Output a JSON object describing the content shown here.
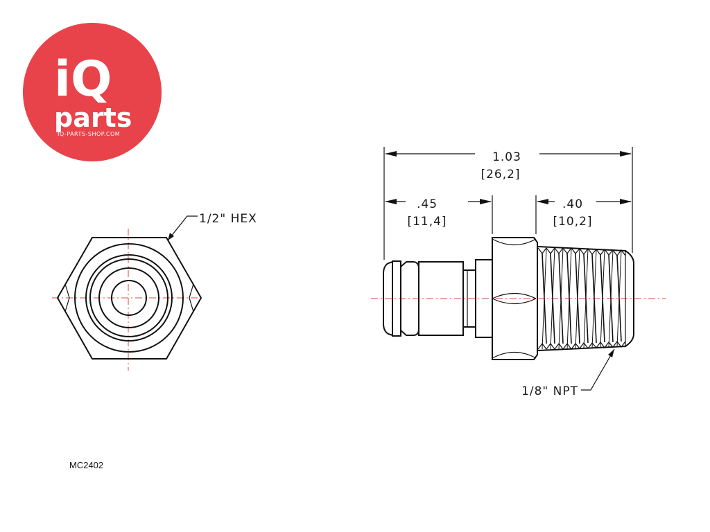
{
  "logo": {
    "brand_top": "iQ",
    "brand_bottom": "parts",
    "website": "IQ-PARTS-SHOP.COM",
    "color": "#e8424a"
  },
  "end_view": {
    "hex_label": "1/2\" HEX"
  },
  "side_view": {
    "overall_length_in": "1.03",
    "overall_length_mm": "[26,2]",
    "front_length_in": ".45",
    "front_length_mm": "[11,4]",
    "thread_length_in": ".40",
    "thread_length_mm": "[10,2]",
    "thread_label": "1/8\" NPT"
  },
  "part_code": "MC2402",
  "colors": {
    "line": "#111111",
    "centerline": "#e0443a"
  }
}
